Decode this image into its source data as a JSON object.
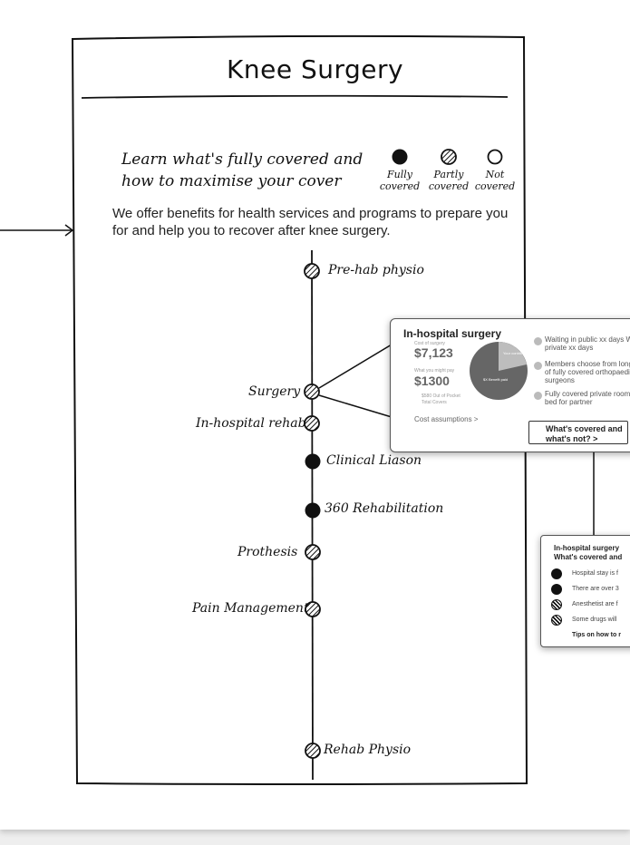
{
  "title": "Knee Surgery",
  "intro_heading_line1": "Learn what's fully covered and",
  "intro_heading_line2": "how to maximise your cover",
  "legend": [
    {
      "label": "Fully covered",
      "style": "filled"
    },
    {
      "label": "Partly covered",
      "style": "hatched"
    },
    {
      "label": "Not covered",
      "style": "empty"
    }
  ],
  "description": "We offer benefits for health services and programs to prepare you for and help you to recover after knee surgery.",
  "timeline": [
    {
      "label": "Pre-hab physio",
      "style": "hatched",
      "side": "right"
    },
    {
      "label": "Surgery",
      "style": "hatched",
      "side": "left"
    },
    {
      "label": "In-hospital rehab",
      "style": "hatched",
      "side": "left"
    },
    {
      "label": "Clinical Liason",
      "style": "filled",
      "side": "right"
    },
    {
      "label": "360 Rehabilitation",
      "style": "filled",
      "side": "right"
    },
    {
      "label": "Prothesis",
      "style": "hatched",
      "side": "left"
    },
    {
      "label": "Pain Management",
      "style": "hatched",
      "side": "left"
    },
    {
      "label": "Rehab Physio",
      "style": "hatched",
      "side": "right"
    }
  ],
  "card1": {
    "title": "In-hospital surgery",
    "cost_label": "Cost of surgery",
    "cost": "$7,123",
    "pay_label": "What you might pay",
    "pay": "$1300",
    "pie_legend": [
      "$580 Out of Pocket",
      "Total Covers"
    ],
    "pie_labels": [
      "Your contribution",
      "$X Benefit paid"
    ],
    "link": "Cost assumptions >",
    "notes": [
      "Waiting in public xx days Waiting for private xx days",
      "Members choose from long choice of fully covered orthopaedic surgeons",
      "Fully covered private room, extra bed for partner"
    ],
    "cta": "What's covered and what's not? >"
  },
  "card2": {
    "title": "In-hospital surgery",
    "subtitle": "What's covered and",
    "rows": [
      {
        "text": "Hospital stay is f",
        "style": "filled"
      },
      {
        "text": "There are over 3",
        "style": "filled"
      },
      {
        "text": "Anesthetist are f",
        "style": "hatched"
      },
      {
        "text": "Some drugs will",
        "style": "hatched"
      }
    ],
    "tips": "Tips on how to r"
  },
  "colors": {
    "ink": "#111111",
    "paper": "#ffffff",
    "pie_dark": "#666666",
    "pie_light": "#bdbdbd"
  }
}
